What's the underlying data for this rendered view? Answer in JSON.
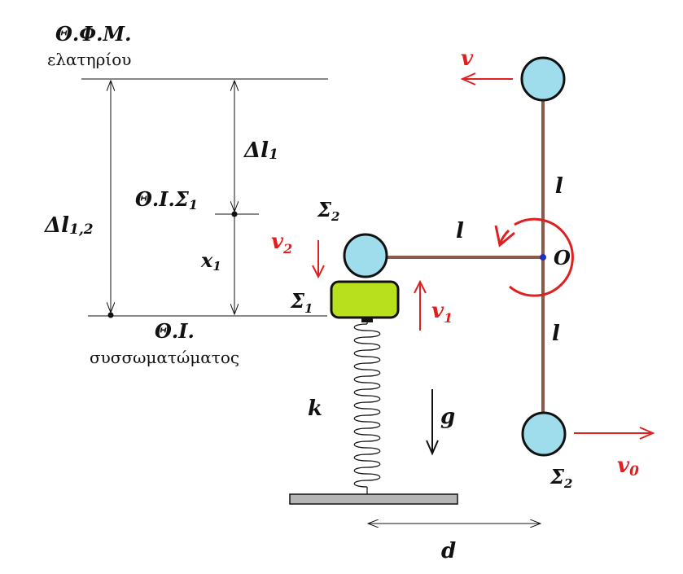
{
  "colors": {
    "rod": "#8b5a4e",
    "ball_fill": "#9fdcec",
    "block_fill": "#b8e01c",
    "arrow_red": "#e02020",
    "pivot_blue": "#2030c0",
    "ground_fill": "#b5b5b5"
  },
  "labels": {
    "ofm_title": "Θ.Φ.Μ.",
    "ofm_sub": "ελατηρίου",
    "dl1": "Δl",
    "dl1_sub": "1",
    "oi_s1": "Θ.Ι.Σ",
    "oi_s1_sub": "1",
    "dl12": "Δl",
    "dl12_sub": "1,2",
    "x1": "x",
    "x1_sub": "1",
    "oi_title": "Θ.Ι.",
    "oi_sub": "συσσωματώματος",
    "sigma2_top": "Σ",
    "sigma2_top_sub": "2",
    "sigma1": "Σ",
    "sigma1_sub": "1",
    "v2": "v",
    "v2_sub": "2",
    "v1": "v",
    "v1_sub": "1",
    "l_horizontal": "l",
    "l_upper_rotated": "l",
    "l_lower": "l",
    "pivot": "O",
    "v_top": "v",
    "v0": "v",
    "v0_sub": "0",
    "sigma2_bottom": "Σ",
    "sigma2_bottom_sub": "2",
    "k": "k",
    "g": "g",
    "d": "d"
  }
}
